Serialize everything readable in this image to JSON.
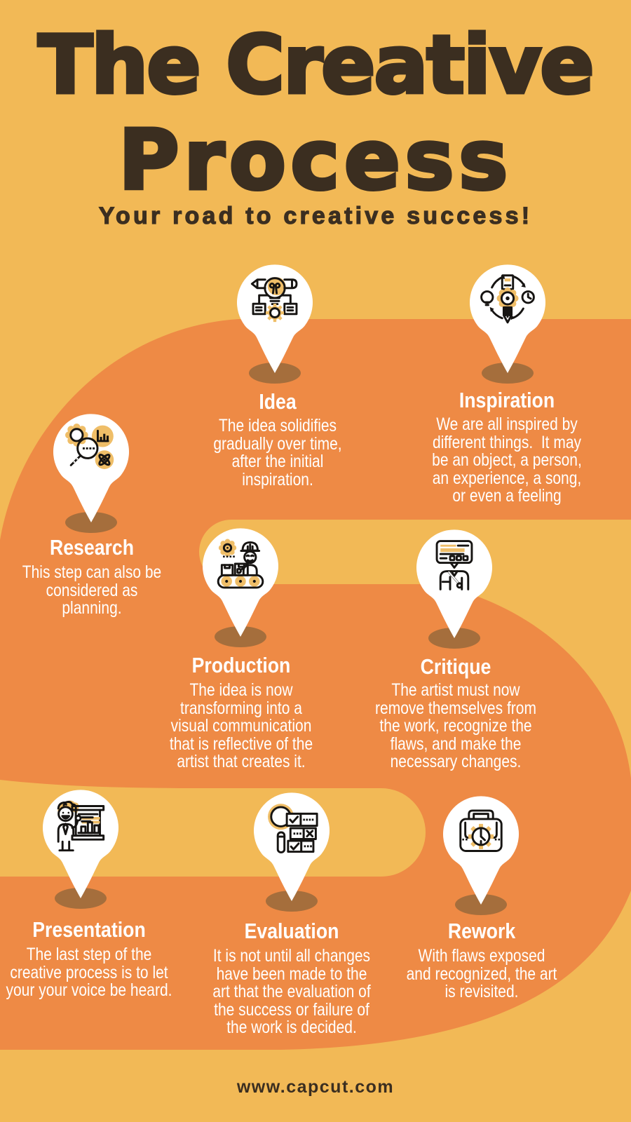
{
  "colors": {
    "bg": "#F2B956",
    "road": "#EE8A45",
    "shadow": "#A56E3C",
    "dark": "#3B2E20",
    "mustard": "#EFBE68"
  },
  "header": {
    "title_line1": "The Creative",
    "title_line2": "Process",
    "subtitle": "Your road to creative success!"
  },
  "steps": [
    {
      "title": "Idea",
      "icon": "idea-icon",
      "desc": [
        "The idea solidifies",
        "gradually over time,",
        "after the initial",
        "inspiration."
      ]
    },
    {
      "title": "Inspiration",
      "icon": "inspiration-icon",
      "desc": [
        "We are all inspired by",
        "different things.  It may",
        "be an object, a person,",
        "an experience, a song,",
        "or even a feeling"
      ]
    },
    {
      "title": "Research",
      "icon": "research-icon",
      "desc": [
        "This step can also be",
        "considered as",
        "planning."
      ]
    },
    {
      "title": "Production",
      "icon": "production-icon",
      "desc": [
        "The idea is now",
        "transforming into a",
        "visual communication",
        "that is reflective of the",
        "artist that creates it."
      ]
    },
    {
      "title": "Critique",
      "icon": "critique-icon",
      "desc": [
        "The artist must now",
        "remove themselves from",
        "the work, recognize the",
        "flaws, and make the",
        "necessary changes."
      ]
    },
    {
      "title": "Presentation",
      "icon": "presentation-icon",
      "desc": [
        "The last step of the",
        "creative process is to let",
        "your your voice be heard."
      ]
    },
    {
      "title": "Evaluation",
      "icon": "evaluation-icon",
      "desc": [
        "It is not until all changes",
        "have been made to the",
        "art that the evaluation of",
        "the success or failure of",
        "the work is decided."
      ]
    },
    {
      "title": "Rework",
      "icon": "rework-icon",
      "desc": [
        "With flaws exposed",
        "and recognized, the art",
        "is revisited."
      ]
    }
  ],
  "footer": {
    "url": "www.capcut.com"
  }
}
